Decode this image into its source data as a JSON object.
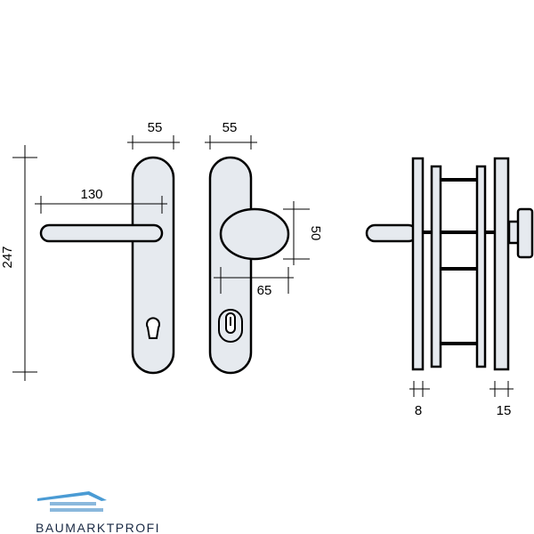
{
  "dimensions": {
    "front_plate_width": "55",
    "back_plate_width": "55",
    "lever_length": "130",
    "height": "247",
    "knob_height": "50",
    "knob_offset": "65",
    "inner_thickness": "8",
    "outer_thickness": "15"
  },
  "brand": {
    "name": "BAUMARKTPROFI"
  },
  "colors": {
    "part_fill": "#e6eaef",
    "line": "#000000",
    "logo_accent": "#4a9bd4",
    "logo_dark": "#1a2a44"
  }
}
